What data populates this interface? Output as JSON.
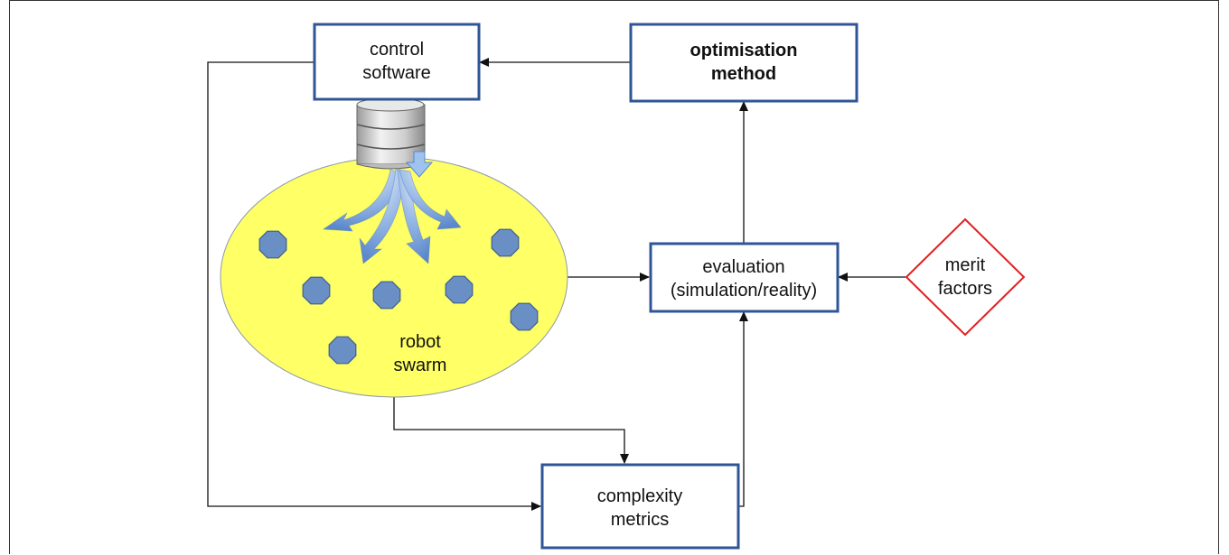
{
  "nodes": {
    "control_software": {
      "line1": "control",
      "line2": "software"
    },
    "optimisation_method": {
      "line1": "optimisation",
      "line2": "method"
    },
    "evaluation": {
      "line1": "evaluation",
      "line2": "(simulation/reality)"
    },
    "merit_factors": {
      "line1": "merit",
      "line2": "factors"
    },
    "complexity_metrics": {
      "line1": "complexity",
      "line2": "metrics"
    },
    "robot_swarm": {
      "line1": "robot",
      "line2": "swarm"
    }
  },
  "colors": {
    "box_border": "#2f5597",
    "merit_border": "#e02020",
    "swarm_fill": "#ffff66",
    "robot_fill": "#6a8fc4",
    "robot_stroke": "#3d5f94",
    "arrow_blue": "#6f9ad8",
    "line": "#111111"
  }
}
